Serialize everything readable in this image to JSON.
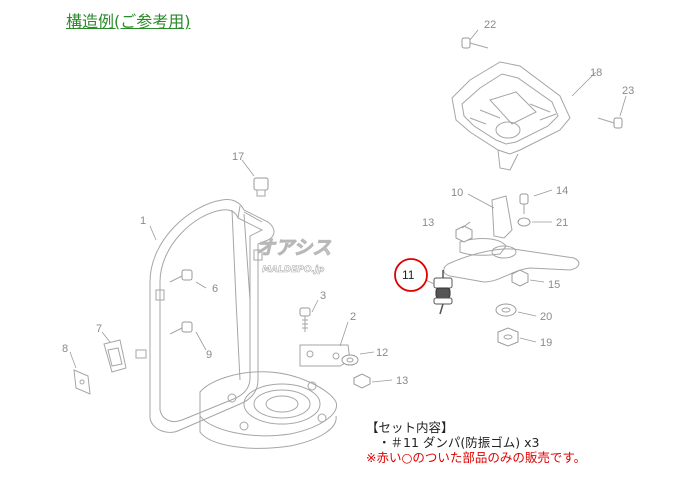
{
  "title": "構造例(ご参考用)",
  "watermark": {
    "brand": "オアシス",
    "site": "MALDEPO.jp"
  },
  "callouts": {
    "p1": "1",
    "p2": "2",
    "p3": "3",
    "p6": "6",
    "p7": "7",
    "p8": "8",
    "p9": "9",
    "p10": "10",
    "p11": "11",
    "p12": "12",
    "p13a": "13",
    "p13b": "13",
    "p14": "14",
    "p15": "15",
    "p17": "17",
    "p18": "18",
    "p19": "19",
    "p20": "20",
    "p21": "21",
    "p22": "22",
    "p23": "23"
  },
  "highlight_color": "#e00000",
  "title_color": "#2a8a2a",
  "notes": {
    "heading": "【セット内容】",
    "item": "・＃11 ダンパ(防振ゴム) x3",
    "note": "※赤い○のついた部品のみの販売です。"
  }
}
